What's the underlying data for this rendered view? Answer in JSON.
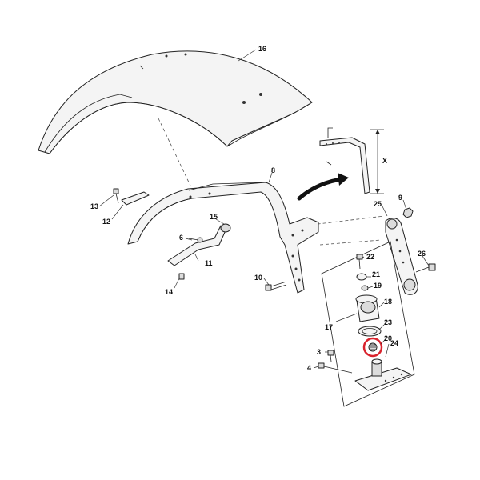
{
  "callouts": [
    {
      "id": "c1",
      "label": "16"
    },
    {
      "id": "c2",
      "label": "8"
    },
    {
      "id": "c3",
      "label": "X"
    },
    {
      "id": "c4",
      "label": "13"
    },
    {
      "id": "c5",
      "label": "12"
    },
    {
      "id": "c6",
      "label": "15"
    },
    {
      "id": "c7",
      "label": "6"
    },
    {
      "id": "c8",
      "label": "11"
    },
    {
      "id": "c9",
      "label": "14"
    },
    {
      "id": "c10",
      "label": "10"
    },
    {
      "id": "c11",
      "label": "9"
    },
    {
      "id": "c12",
      "label": "25"
    },
    {
      "id": "c13",
      "label": "26"
    },
    {
      "id": "c14",
      "label": "22"
    },
    {
      "id": "c15",
      "label": "21"
    },
    {
      "id": "c16",
      "label": "19"
    },
    {
      "id": "c17",
      "label": "18"
    },
    {
      "id": "c18",
      "label": "17"
    },
    {
      "id": "c19",
      "label": "23"
    },
    {
      "id": "c20",
      "label": "20"
    },
    {
      "id": "c21",
      "label": "24"
    },
    {
      "id": "c22",
      "label": "3"
    },
    {
      "id": "c23",
      "label": "4"
    }
  ],
  "highlight_color": "#d9232d"
}
